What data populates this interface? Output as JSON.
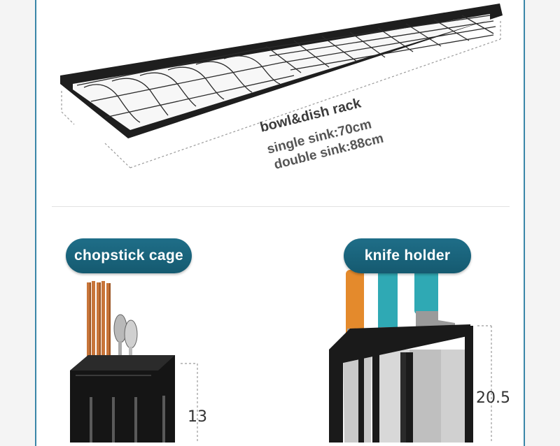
{
  "rack": {
    "title": "bowl&dish rack",
    "single": "single sink:70cm",
    "double": "double sink:88cm"
  },
  "chopstick": {
    "label": "chopstick cage",
    "height": "13"
  },
  "knife": {
    "label": "knife holder",
    "height": "20.5"
  },
  "colors": {
    "accent": "#1a6580",
    "border": "#3a86a8",
    "metal": "#1b1b1b",
    "knife_orange": "#e48a2c",
    "knife_teal": "#2fa9b4"
  }
}
